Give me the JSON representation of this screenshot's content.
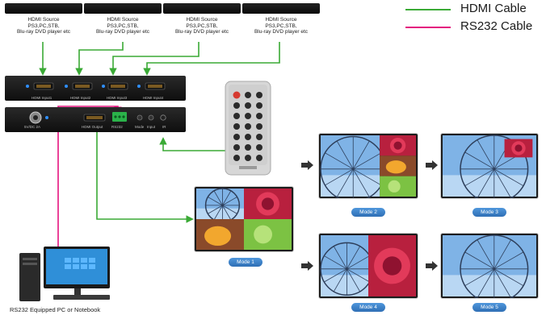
{
  "sources": [
    {
      "label": [
        "HDMI Source",
        "PS3,PC,STB,",
        "Blu-ray DVD player etc"
      ]
    },
    {
      "label": [
        "HDMI Source",
        "PS3,PC,STB,",
        "Blu-ray DVD player etc"
      ]
    },
    {
      "label": [
        "HDMI Source",
        "PS3,PC,STB,",
        "Blu-ray DVD player etc"
      ]
    },
    {
      "label": [
        "HDMI Source",
        "PS3,PC,STB,",
        "Blu-ray DVD player etc"
      ]
    }
  ],
  "legend": {
    "hdmi": {
      "label": "HDMI Cable",
      "color": "#3aaa35"
    },
    "rs232": {
      "label": "RS232 Cable",
      "color": "#e4137e"
    }
  },
  "device": {
    "front_ports": [
      "HDMI Input1",
      "HDMI Input2",
      "HDMI Input3",
      "HDMI Input4"
    ],
    "rear_labels": [
      "5V/DC 2A",
      "HDMI Output",
      "RS232",
      "Mode",
      "Input",
      "IR"
    ]
  },
  "pc_label": "RS232 Equipped PC or Notebook",
  "modes": [
    "Mode 1",
    "Mode 2",
    "Mode 3",
    "Mode 4",
    "Mode 5"
  ],
  "colors": {
    "accent_blue": "#3d86cf"
  }
}
